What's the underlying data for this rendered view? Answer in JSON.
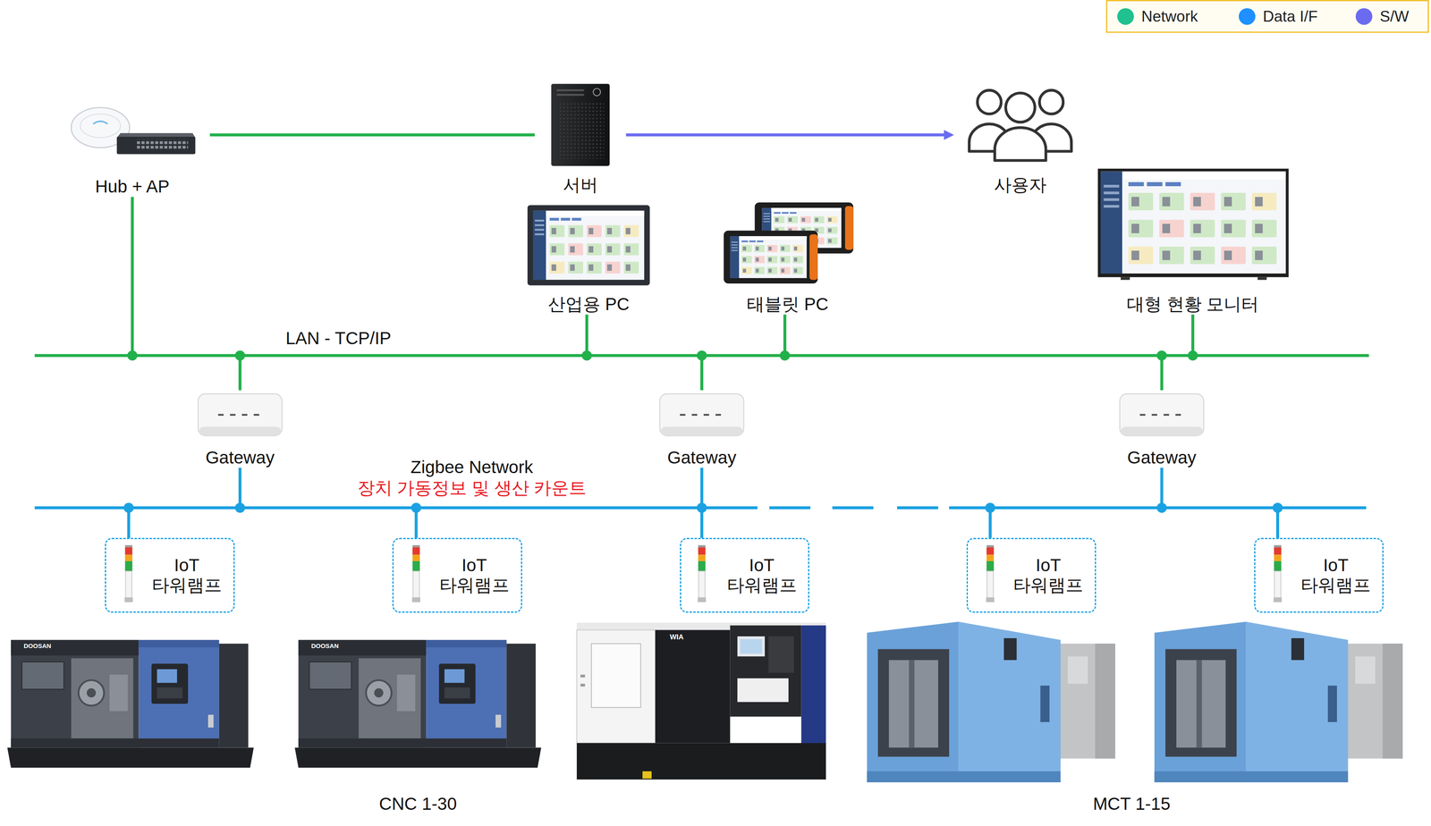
{
  "diagram": {
    "nodes": [
      {
        "text": [
          "Hub + AP"
        ]
      },
      {
        "text": [
          "서버"
        ]
      },
      {
        "text": [
          "사용자"
        ]
      },
      {
        "text": [
          "산업용 PC"
        ]
      },
      {
        "text": [
          "태블릿 PC"
        ]
      },
      {
        "text": [
          "대형 현황 모니터"
        ]
      },
      {
        "text": [
          "LAN - TCP/IP"
        ]
      },
      {
        "text": [
          "Gateway"
        ]
      },
      {
        "text": [
          "Gateway"
        ]
      },
      {
        "text": [
          "Gateway"
        ]
      },
      {
        "text": [
          "Zigbee Network",
          "장치 가동정보 및 생산 카운트"
        ]
      },
      {
        "text": [
          "IoT 타워램프"
        ]
      },
      {
        "text": [
          "IoT 타워램프"
        ]
      },
      {
        "text": [
          "IoT 타워램프"
        ]
      },
      {
        "text": [
          "IoT 타워램프"
        ]
      },
      {
        "text": [
          "IoT 타워램프"
        ]
      },
      {
        "text": [
          "CNC 1-30"
        ]
      },
      {
        "text": [
          "MCT 1-15"
        ]
      }
    ],
    "edges": [
      {
        "from": 0,
        "to": 1,
        "arrow": "none"
      },
      {
        "from": 1,
        "to": 2,
        "arrow": "to"
      },
      {
        "from": 0,
        "to": 6,
        "arrow": "none"
      },
      {
        "from": 3,
        "to": 6,
        "arrow": "none"
      },
      {
        "from": 4,
        "to": 6,
        "arrow": "none"
      },
      {
        "from": 5,
        "to": 6,
        "arrow": "none"
      },
      {
        "from": 7,
        "to": 6,
        "arrow": "none"
      },
      {
        "from": 8,
        "to": 6,
        "arrow": "none"
      },
      {
        "from": 9,
        "to": 6,
        "arrow": "none"
      },
      {
        "from": 7,
        "to": 10,
        "arrow": "none"
      },
      {
        "from": 8,
        "to": 10,
        "arrow": "none"
      },
      {
        "from": 9,
        "to": 10,
        "arrow": "none"
      },
      {
        "from": 11,
        "to": 10,
        "arrow": "none"
      },
      {
        "from": 12,
        "to": 10,
        "arrow": "none"
      },
      {
        "from": 13,
        "to": 10,
        "arrow": "none"
      },
      {
        "from": 14,
        "to": 10,
        "arrow": "none"
      },
      {
        "from": 15,
        "to": 10,
        "arrow": "none"
      }
    ],
    "labels": [
      "DOOSAN",
      "DOOSAN",
      "WIA"
    ],
    "legend": [
      {
        "text": "Network",
        "color": "#20c08f"
      },
      {
        "text": "Data I/F",
        "color": "#1e90ff"
      },
      {
        "text": "S/W",
        "color": "#6b6bf0"
      }
    ]
  }
}
